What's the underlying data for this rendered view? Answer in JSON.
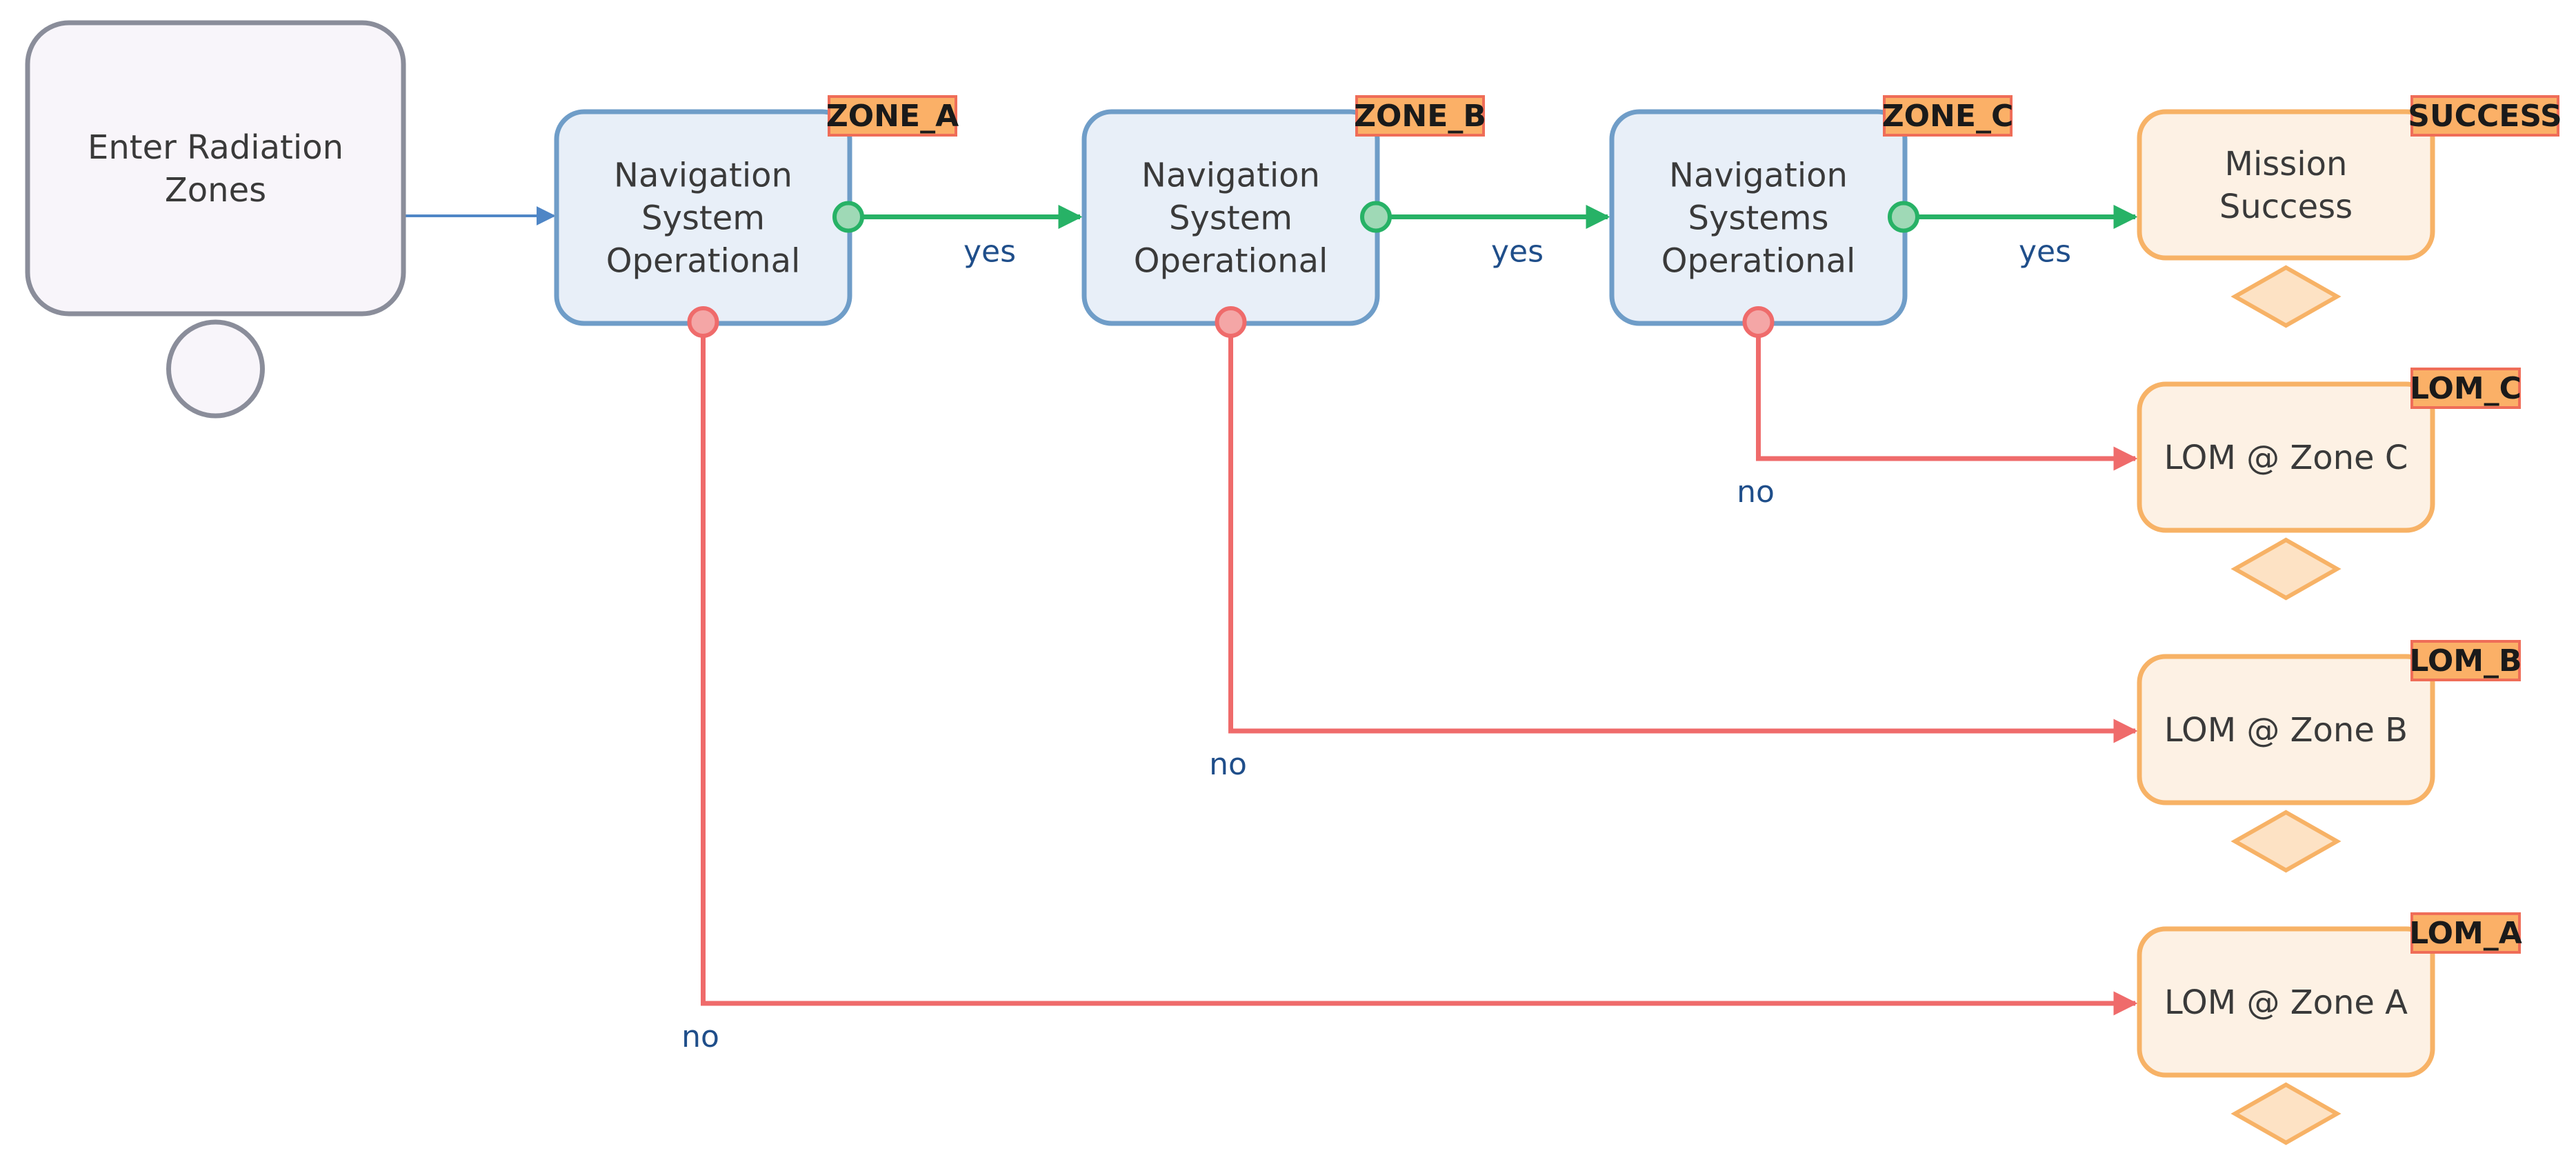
{
  "diagram": {
    "colors": {
      "start_stroke": "#8a8d9a",
      "start_fill": "#f8f5fa",
      "decision_stroke": "#6f9dc8",
      "decision_fill": "#e8eff8",
      "end_stroke": "#f7b266",
      "end_fill": "#fdf1e4",
      "tag_fill": "#fbb067",
      "tag_stroke": "#ef6d58",
      "yes_edge": "#27b266",
      "no_edge": "#ef6b6b",
      "entry_edge": "#4f86c6",
      "label_text": "#1f4e8a"
    },
    "nodes": [
      {
        "id": "start",
        "type": "start",
        "label": [
          "Enter Radiation",
          "Zones"
        ]
      },
      {
        "id": "zone_a",
        "type": "decision",
        "label": [
          "Navigation",
          "System",
          "Operational"
        ],
        "tag": "ZONE_A"
      },
      {
        "id": "zone_b",
        "type": "decision",
        "label": [
          "Navigation",
          "System",
          "Operational"
        ],
        "tag": "ZONE_B"
      },
      {
        "id": "zone_c",
        "type": "decision",
        "label": [
          "Navigation",
          "Systems",
          "Operational"
        ],
        "tag": "ZONE_C"
      },
      {
        "id": "success",
        "type": "end",
        "label": [
          "Mission",
          "Success"
        ],
        "tag": "SUCCESS"
      },
      {
        "id": "lom_c",
        "type": "end",
        "label": [
          "LOM @ Zone C"
        ],
        "tag": "LOM_C"
      },
      {
        "id": "lom_b",
        "type": "end",
        "label": [
          "LOM @ Zone B"
        ],
        "tag": "LOM_B"
      },
      {
        "id": "lom_a",
        "type": "end",
        "label": [
          "LOM @ Zone A"
        ],
        "tag": "LOM_A"
      }
    ],
    "edges": [
      {
        "from": "start",
        "to": "zone_a",
        "kind": "entry",
        "label": ""
      },
      {
        "from": "zone_a",
        "to": "zone_b",
        "kind": "yes",
        "label": "yes"
      },
      {
        "from": "zone_b",
        "to": "zone_c",
        "kind": "yes",
        "label": "yes"
      },
      {
        "from": "zone_c",
        "to": "success",
        "kind": "yes",
        "label": "yes"
      },
      {
        "from": "zone_c",
        "to": "lom_c",
        "kind": "no",
        "label": "no"
      },
      {
        "from": "zone_b",
        "to": "lom_b",
        "kind": "no",
        "label": "no"
      },
      {
        "from": "zone_a",
        "to": "lom_a",
        "kind": "no",
        "label": "no"
      }
    ]
  }
}
